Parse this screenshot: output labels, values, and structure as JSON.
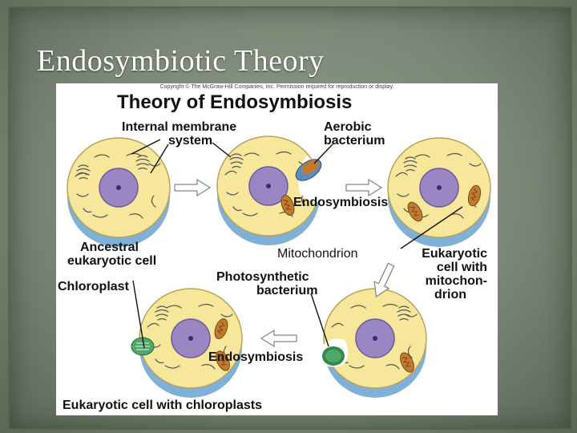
{
  "slide": {
    "title": "Endosymbiotic Theory"
  },
  "figure": {
    "copyright": "Copyright © The McGraw-Hill Companies, Inc. Permission required for reproduction or display.",
    "title": "Theory of Endosymbiosis",
    "labels": {
      "internal_membrane_1": "Internal membrane",
      "internal_membrane_2": "system",
      "aerobic_1": "Aerobic",
      "aerobic_2": "bacterium",
      "endosymbiosis_top": "Endosymbiosis",
      "ancestral_1": "Ancestral",
      "ancestral_2": "eukaryotic cell",
      "mitochondrion": "Mitochondrion",
      "euk_mito_1": "Eukaryotic",
      "euk_mito_2": "cell with",
      "euk_mito_3": "mitochon-",
      "euk_mito_4": "drion",
      "chloroplast": "Chloroplast",
      "photo_1": "Photosynthetic",
      "photo_2": "bacterium",
      "endosymbiosis_bottom": "Endosymbiosis",
      "euk_chloro": "Eukaryotic cell with chloroplasts"
    },
    "colors": {
      "cytoplasm": "#f7e79a",
      "cell_rim": "#7fb0d8",
      "nucleus": "#9b86c4",
      "mitochondrion": "#c27a2e",
      "chloroplast": "#4fa86a",
      "arrow": "#888888"
    }
  }
}
